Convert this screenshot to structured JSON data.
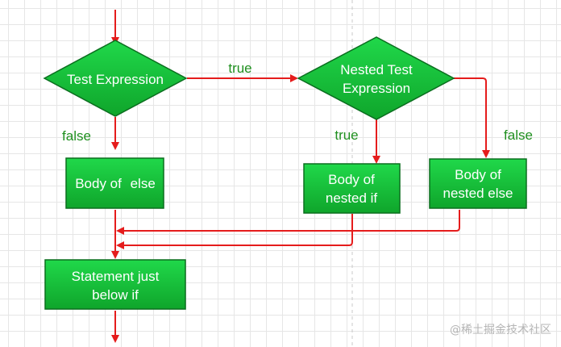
{
  "nodes": {
    "test_expression": "Test Expression",
    "nested_test_line1": "Nested Test",
    "nested_test_line2": "Expression",
    "body_else_line1": "Body of",
    "body_else_line2": "else",
    "body_nested_if_line1": "Body of",
    "body_nested_if_line2": "nested if",
    "body_nested_else_line1": "Body of",
    "body_nested_else_line2": "nested else",
    "statement_line1": "Statement just",
    "statement_line2": "below if"
  },
  "edge_labels": {
    "true_main": "true",
    "false_main": "false",
    "true_nested": "true",
    "false_nested": "false"
  },
  "watermark": "@稀土掘金技术社区",
  "colors": {
    "shape_fill": "#17c23a",
    "shape_stroke": "#0b6e1f",
    "arrow": "#e51c1c",
    "label_green": "#1f8f1f",
    "grid": "#e6e6e6"
  }
}
